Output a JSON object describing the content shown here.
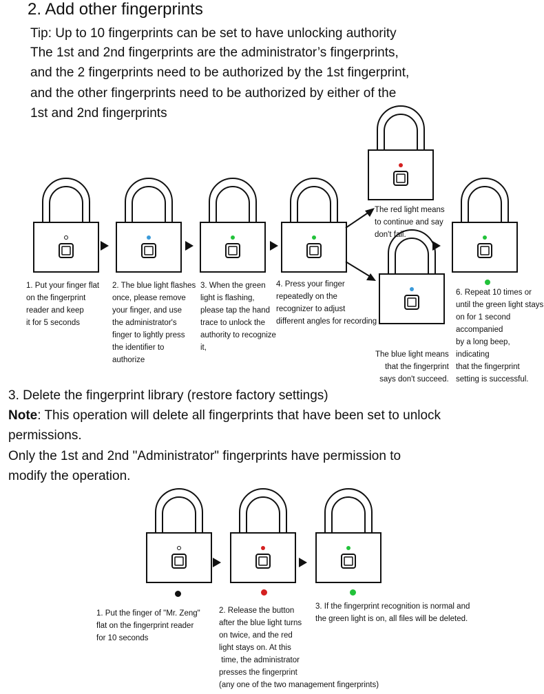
{
  "section2": {
    "title": "2. Add other fingerprints",
    "lines": [
      "Tip: Up to 10 fingerprints can be set to have unlocking authority",
      "The 1st and 2nd fingerprints are the administrator’s fingerprints,",
      "and the 2 fingerprints need to be authorized by the 1st fingerprint,",
      "and the other fingerprints need to be authorized by either of the",
      "1st and 2nd fingerprints"
    ],
    "steps": [
      "1. Put your finger flat\non the fingerprint\nreader and keep\nit for 5 seconds",
      "2. The blue light flashes\nonce, please remove\nyour finger, and use\nthe administrator's\nfinger to lightly press\nthe identifier to\nauthorize",
      "3. When the green\nlight is flashing,\nplease tap the hand\ntrace to unlock the\nauthority to recognize\nit,",
      "4. Press your finger\nrepeatedly on the\nrecognizer to adjust\ndifferent angles for recording",
      "6. Repeat 10 times or\nuntil the green light stays\non for 1 second\naccompanied\nby a long beep,\nindicating\nthat the fingerprint\nsetting is successful."
    ],
    "red_note": "The red light means\nto continue and say\ndon't fail.",
    "blue_note": "The blue light means\nthat the fingerprint\nsays don't succeed."
  },
  "section3": {
    "title": "3. Delete the fingerprint library (restore factory settings)",
    "note_label": "Note",
    "note_text": ": This operation will delete all fingerprints that have been set to unlock",
    "lines": [
      "permissions.",
      "Only the 1st and 2nd \"Administrator\" fingerprints have permission to",
      "modify the operation."
    ],
    "steps": [
      "1. Put the finger of \"Mr. Zeng\"\nflat on the fingerprint reader\nfor 10 seconds",
      "2. Release the button\nafter the blue light turns\non twice, and the red\nlight stays on. At this\n time, the administrator\npresses the fingerprint\n(any one of the two management fingerprints)",
      "3. If the fingerprint recognition is normal and\nthe green light is on, all files will be deleted."
    ]
  },
  "colors": {
    "blue": "#3a9ad9",
    "green": "#22c23a",
    "red": "#d42020",
    "black": "#111111"
  }
}
